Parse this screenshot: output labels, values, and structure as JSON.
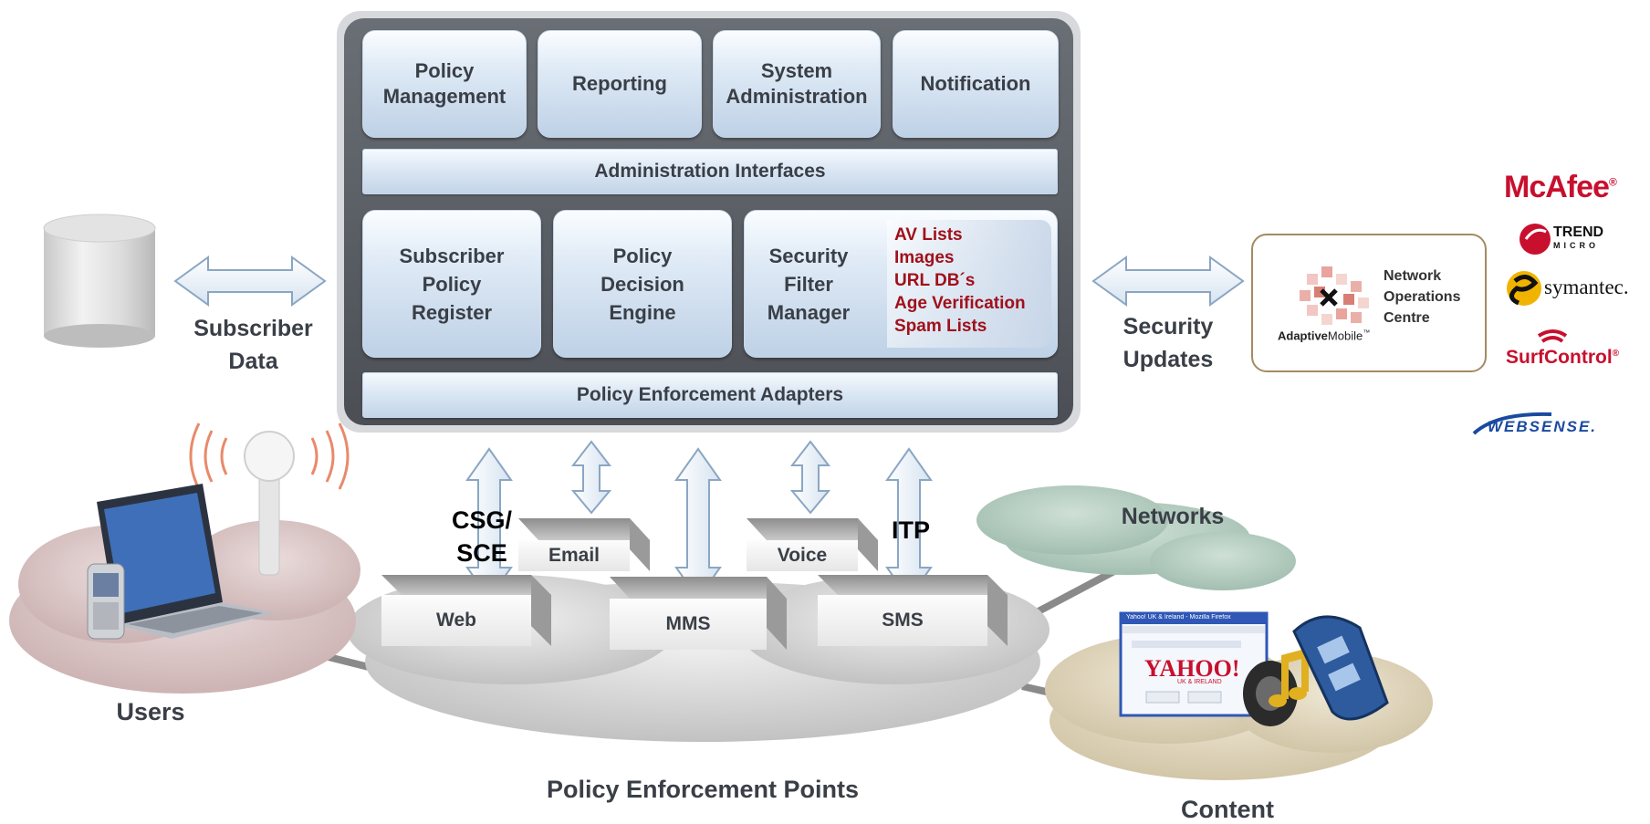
{
  "platform": {
    "policy_management": "Policy\nManagement",
    "reporting": "Reporting",
    "system_administration": "System\nAdministration",
    "notification": "Notification",
    "administration_interfaces": "Administration Interfaces",
    "subscriber_policy_register": "Subscriber\nPolicy\nRegister",
    "policy_decision_engine": "Policy\nDecision\nEngine",
    "security_filter_manager": "Security\nFilter\nManager",
    "filter_lists": [
      "AV Lists",
      "Images",
      "URL DB´s",
      "Age Verification",
      "Spam Lists"
    ],
    "policy_enforcement_adapters": "Policy Enforcement Adapters"
  },
  "subscriber_data": "Subscriber\nData",
  "security_updates": "Security\nUpdates",
  "noc": {
    "label": "Network\nOperations\nCentre",
    "brand_bold": "Adaptive",
    "brand_rest": "Mobile",
    "tm": "™"
  },
  "vendors": {
    "mcafee": "McAfee",
    "trend_top": "TREND",
    "trend_bottom": "MICRO",
    "symantec": "symantec.",
    "surfcontrol": "SurfControl",
    "websense": "WEBSENSE."
  },
  "enforcement_points": {
    "web": "Web",
    "email": "Email",
    "mms": "MMS",
    "voice": "Voice",
    "sms": "SMS",
    "csg_sce": "CSG/\nSCE",
    "itp": "ITP",
    "title": "Policy Enforcement Points"
  },
  "users": "Users",
  "networks": "Networks",
  "content": "Content",
  "browser": {
    "title": "Yahoo! UK & Ireland - Mozilla Firefox",
    "logo": "YAHOO!",
    "sub": "UK & IRELAND"
  },
  "colors": {
    "panel_dark": "#555a60",
    "tile_blue": "#c3d5e8",
    "alert_red": "#a0101a",
    "mcafee_red": "#c8102e",
    "websense_blue": "#1a4aa0",
    "users_cloud": "#d9c3c3",
    "networks_cloud": "#b8d0c4",
    "content_cloud": "#e0d6bd"
  }
}
